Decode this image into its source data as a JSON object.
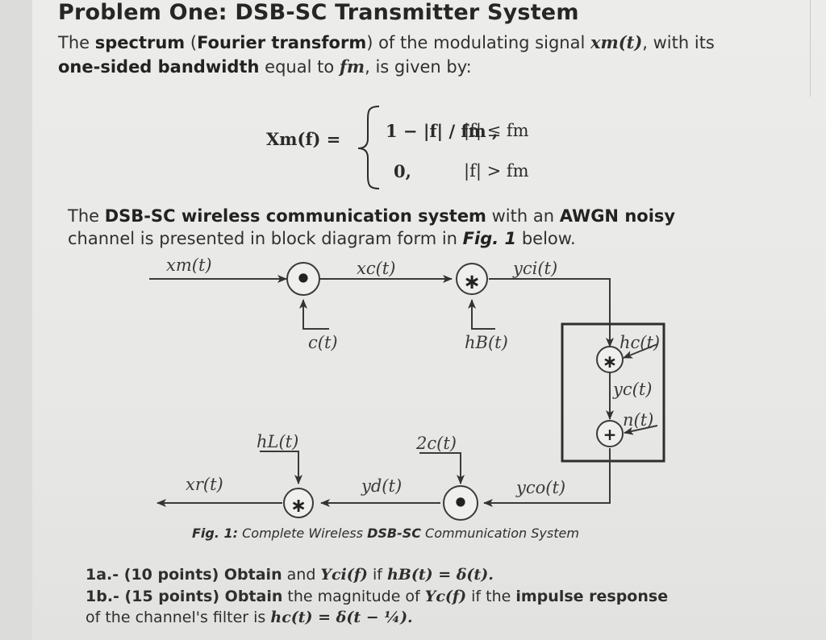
{
  "title": "Problem One: DSB-SC Transmitter System",
  "intro": {
    "t1": "The ",
    "b1": "spectrum",
    "t2": " (",
    "b2": "Fourier transform",
    "t3": ") of the modulating signal ",
    "sym": "xm(t)",
    "t4": ", with its",
    "b3": "one-sided bandwidth",
    "t5": " equal to ",
    "sym2": "fm",
    "t6": ", is given by:"
  },
  "equation": {
    "lhs": "Xm(f) =",
    "case1_expr": "1 − |f| / fm ,",
    "case1_cond": "|f| ≤ fm",
    "case2_expr": "0,",
    "case2_cond": "|f| > fm"
  },
  "system_text": {
    "t1": "The ",
    "b1": "DSB-SC wireless communication system",
    "t2": " with an ",
    "b2": "AWGN noisy",
    "b3": "channel",
    "t3": " is presented in block diagram form in ",
    "b4": "Fig. 1",
    "t4": " below."
  },
  "diagram": {
    "labels": {
      "xm": "xm(t)",
      "xc": "xc(t)",
      "yci": "yci(t)",
      "c": "c(t)",
      "hB": "hB(t)",
      "hc": "hc(t)",
      "yc": "yc(t)",
      "n": "n(t)",
      "hL": "hL(t)",
      "two_c": "2c(t)",
      "xr": "xr(t)",
      "yd": "yd(t)",
      "yco": "yco(t)"
    },
    "ops": {
      "multiply": "•",
      "convolve": "∗",
      "add": "+"
    }
  },
  "caption": {
    "b": "Fig. 1:",
    "t1": " Complete Wireless ",
    "b2": "DSB-SC",
    "t2": " Communication System"
  },
  "questions": {
    "q1a_num": "1a.- (10 points)",
    "q1a_b": " Obtain",
    "q1a_t": " and ",
    "q1a_m1": "Yci(f)",
    "q1a_t2": " if ",
    "q1a_m2": "hB(t) = δ(t).",
    "q1b_num": "1b.- (15 points)",
    "q1b_b": " Obtain",
    "q1b_t": " the magnitude of ",
    "q1b_m1": "Yc(f)",
    "q1b_t2": " if the ",
    "q1b_b2": "impulse response",
    "q1b_t3": "of the channel's filter is ",
    "q1b_m2": "hc(t) = δ(t − ¼)."
  }
}
